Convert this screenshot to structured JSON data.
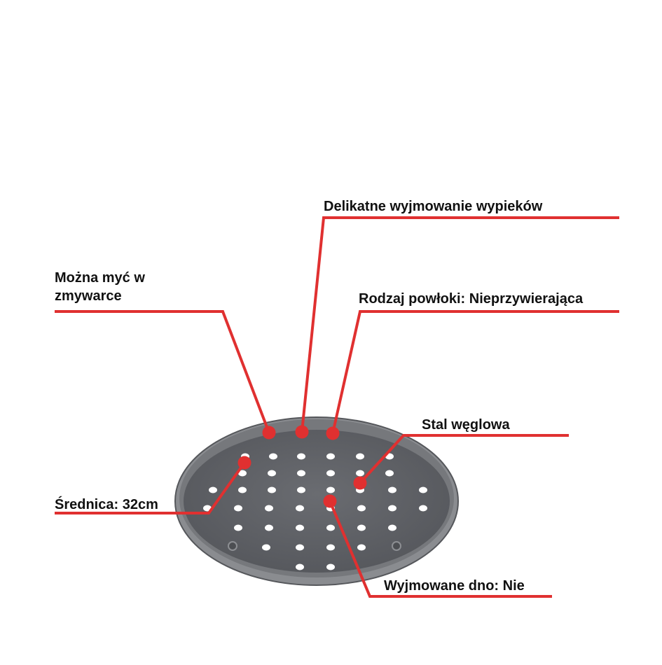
{
  "accent_color": "#e03030",
  "pan": {
    "name": "perforated-pizza-pan",
    "rim_color": "#7a7c80",
    "surface_color": "#5f6166"
  },
  "labels": {
    "delikatne": "Delikatne wyjmowanie wypieków",
    "mozna_myc_line1": "Można myć w",
    "mozna_myc_line2": "zmywarce",
    "rodzaj": "Rodzaj powłoki: Nieprzywierająca",
    "stal": "Stal węglowa",
    "srednica": "Średnica: 32cm",
    "wyjmowane": "Wyjmowane dno: Nie"
  }
}
